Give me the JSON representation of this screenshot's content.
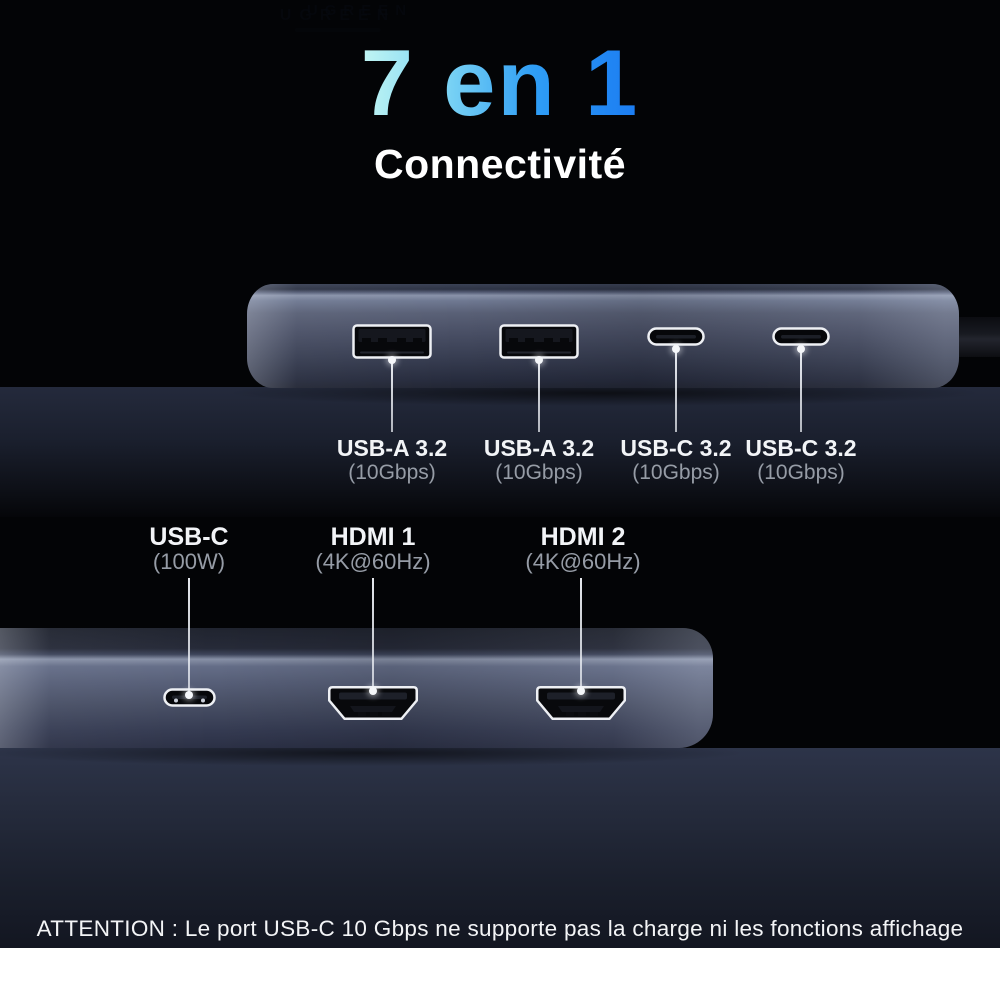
{
  "header": {
    "title": "7 en 1",
    "subtitle": "Connectivité"
  },
  "product": {
    "brand": "UGREEN"
  },
  "rear_ports": [
    {
      "name": "USB-A 3.2",
      "spec": "(10Gbps)"
    },
    {
      "name": "USB-A 3.2",
      "spec": "(10Gbps)"
    },
    {
      "name": "USB-C 3.2",
      "spec": "(10Gbps)"
    },
    {
      "name": "USB-C 3.2",
      "spec": "(10Gbps)"
    }
  ],
  "front_ports": [
    {
      "name": "USB-C",
      "spec": "(100W)"
    },
    {
      "name": "HDMI 1",
      "spec": "(4K@60Hz)"
    },
    {
      "name": "HDMI 2",
      "spec": "(4K@60Hz)"
    }
  ],
  "footer": {
    "warning": "ATTENTION : Le port USB-C 10 Gbps ne supporte pas la charge ni les fonctions affichage"
  },
  "colors": {
    "background": "#030406",
    "surface_navy": "#2d3449",
    "title_gradient_start": "#c2f6f3",
    "title_gradient_end": "#1b7cf2",
    "label_text": "#f2f4f7",
    "sublabel_text": "#969ca6",
    "warning_text": "#f3f4f6"
  }
}
